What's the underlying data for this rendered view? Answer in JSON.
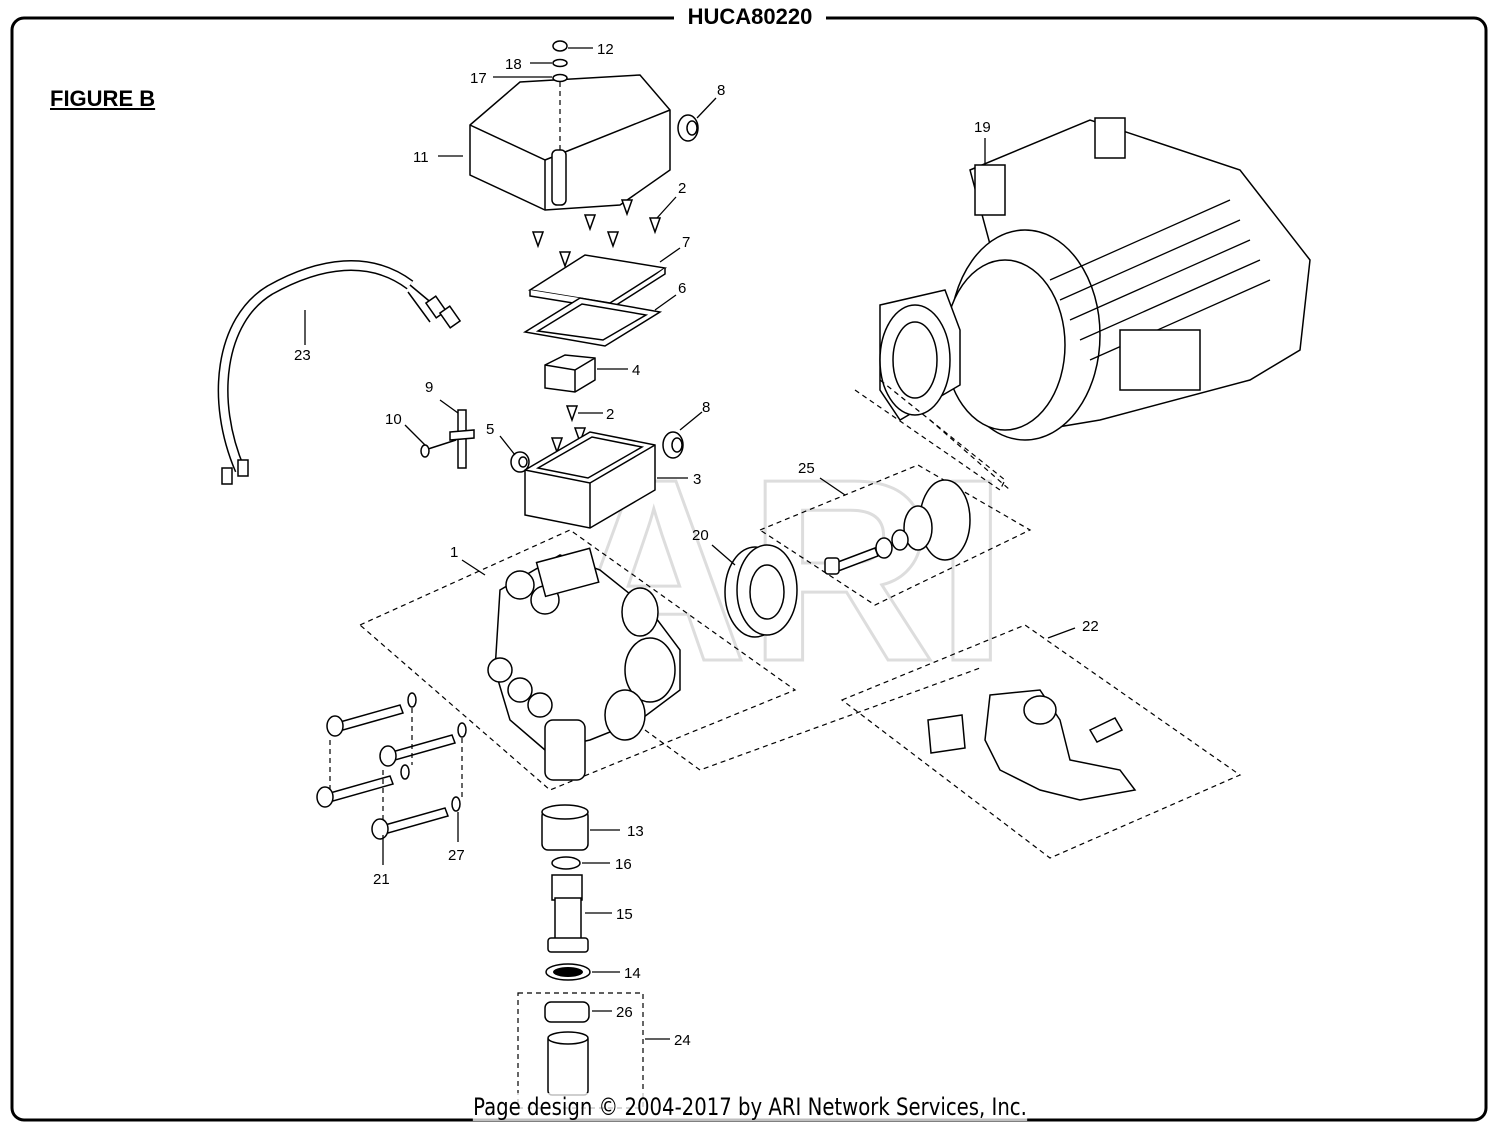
{
  "header": {
    "title": "HUCA80220"
  },
  "figure": {
    "label": "FIGURE B"
  },
  "watermark": "ARI",
  "footer": {
    "text": "Page design © 2004-2017 by ARI Network Services, Inc."
  },
  "callouts": {
    "c1": "1",
    "c2a": "2",
    "c2b": "2",
    "c3": "3",
    "c4": "4",
    "c5": "5",
    "c6": "6",
    "c7": "7",
    "c8a": "8",
    "c8b": "8",
    "c9": "9",
    "c10": "10",
    "c11": "11",
    "c12": "12",
    "c13": "13",
    "c14": "14",
    "c15": "15",
    "c16": "16",
    "c17": "17",
    "c18": "18",
    "c19": "19",
    "c20": "20",
    "c21": "21",
    "c22": "22",
    "c23": "23",
    "c24": "24",
    "c25": "25",
    "c26": "26",
    "c27": "27"
  }
}
